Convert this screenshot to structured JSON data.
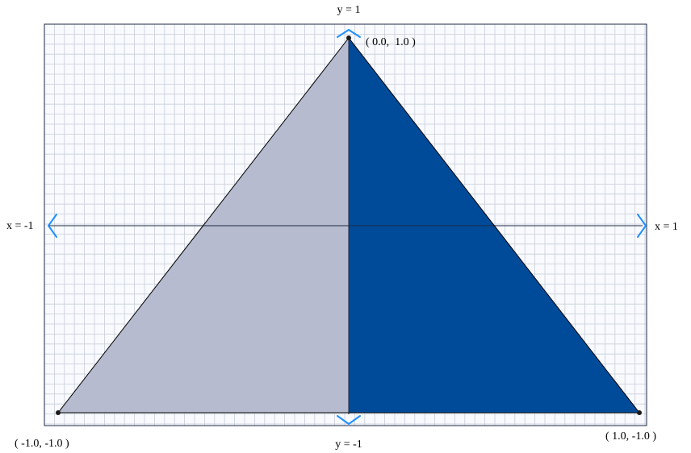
{
  "labels": {
    "top": "y = 1",
    "bottom": "y = -1",
    "left": "x = -1",
    "right": "x = 1"
  },
  "vertices": [
    {
      "x": 0.0,
      "y": 1.0,
      "label": "( 0.0,  1.0 )"
    },
    {
      "x": -1.0,
      "y": -1.0,
      "label": "( -1.0, -1.0 )"
    },
    {
      "x": 1.0,
      "y": -1.0,
      "label": "( 1.0, -1.0 )"
    }
  ],
  "colors": {
    "background": "#f8fafd",
    "grid": "#c8cdd8",
    "frame": "#1f2a44",
    "left_half": "#b6bbcf",
    "right_half": "#004b99",
    "edge": "#000000",
    "handle": "#1e90ff"
  },
  "icons": {
    "top": "chevron-up-icon",
    "bottom": "chevron-down-icon",
    "left": "chevron-left-icon",
    "right": "chevron-right-icon"
  }
}
